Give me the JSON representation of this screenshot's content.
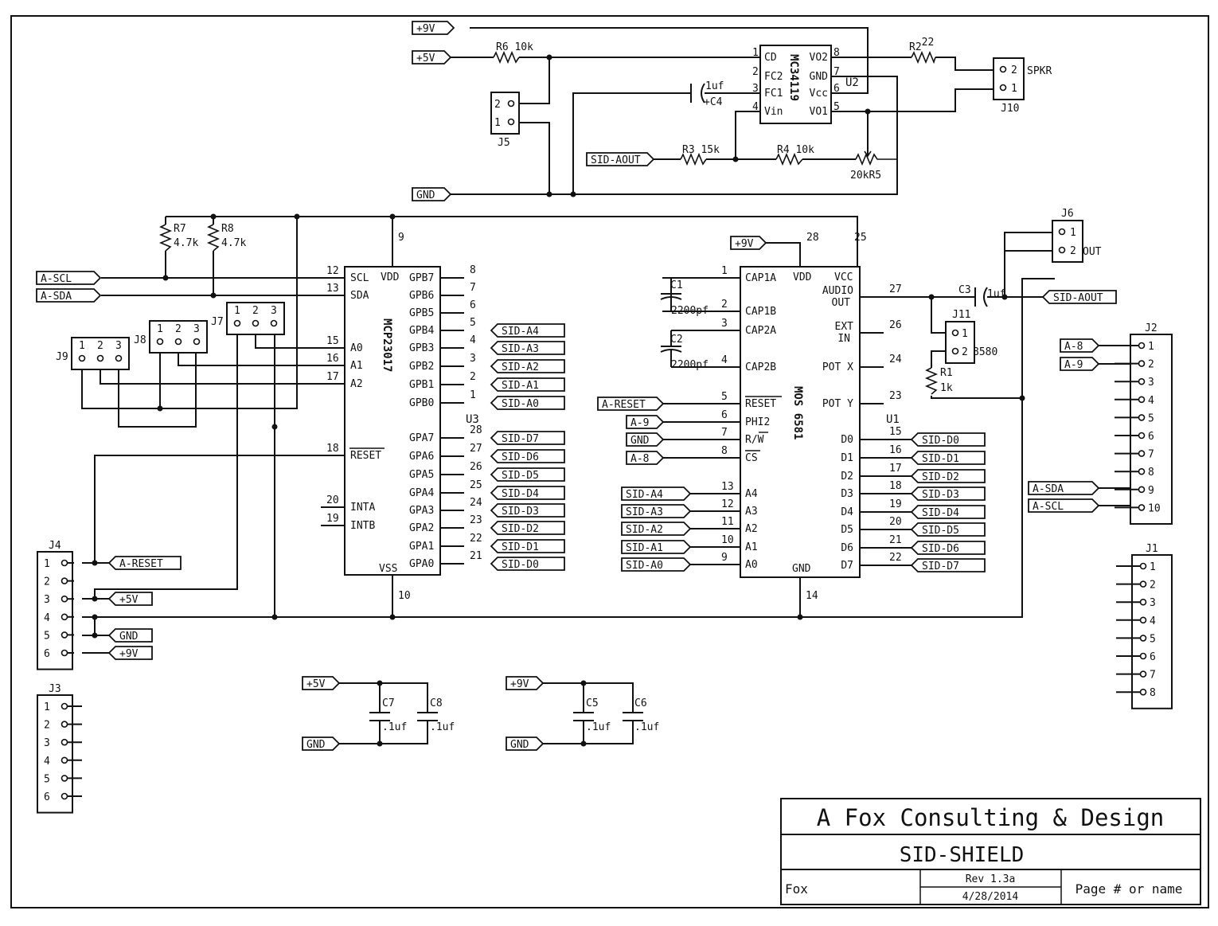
{
  "title_block": {
    "company": "A Fox Consulting & Design",
    "title": "SID-SHIELD",
    "author": "Fox",
    "rev": "Rev 1.3a",
    "date": "4/28/2014",
    "page": "Page # or name"
  },
  "parts": {
    "u1": {
      "ref": "U1",
      "name": "MOS 6581",
      "pins_left": [
        [
          "1",
          "CAP1A"
        ],
        [
          "2",
          "CAP1B"
        ],
        [
          "3",
          "CAP2A"
        ],
        [
          "4",
          "CAP2B"
        ],
        [
          "5",
          "RESET"
        ],
        [
          "6",
          "PHI2"
        ],
        [
          "7",
          "R/W"
        ],
        [
          "8",
          "CS"
        ],
        [
          "13",
          "A4"
        ],
        [
          "12",
          "A3"
        ],
        [
          "11",
          "A2"
        ],
        [
          "10",
          "A1"
        ],
        [
          "9",
          "A0"
        ]
      ],
      "pins_right": [
        [
          "27",
          "AUDIO",
          "OUT"
        ],
        [
          "26",
          "EXT",
          "IN"
        ],
        [
          "24",
          "POT X"
        ],
        [
          "23",
          "POT Y"
        ],
        [
          "15",
          "D0"
        ],
        [
          "16",
          "D1"
        ],
        [
          "17",
          "D2"
        ],
        [
          "18",
          "D3"
        ],
        [
          "19",
          "D4"
        ],
        [
          "20",
          "D5"
        ],
        [
          "21",
          "D6"
        ],
        [
          "22",
          "D7"
        ]
      ],
      "pins_top": [
        [
          "28",
          "VDD"
        ],
        [
          "25",
          "VCC"
        ]
      ],
      "pins_bottom": [
        [
          "14",
          "GND"
        ]
      ]
    },
    "u3": {
      "ref": "U3",
      "name": "MCP23017",
      "pins_left": [
        [
          "12",
          "SCL"
        ],
        [
          "13",
          "SDA"
        ],
        [
          "15",
          "A0"
        ],
        [
          "16",
          "A1"
        ],
        [
          "17",
          "A2"
        ],
        [
          "18",
          "RESET"
        ],
        [
          "20",
          "INTA"
        ],
        [
          "19",
          "INTB"
        ]
      ],
      "pins_right": [
        [
          "8",
          "GPB7"
        ],
        [
          "7",
          "GPB6"
        ],
        [
          "6",
          "GPB5"
        ],
        [
          "5",
          "GPB4"
        ],
        [
          "4",
          "GPB3"
        ],
        [
          "3",
          "GPB2"
        ],
        [
          "2",
          "GPB1"
        ],
        [
          "1",
          "GPB0"
        ],
        [
          "28",
          "GPA7"
        ],
        [
          "27",
          "GPA6"
        ],
        [
          "26",
          "GPA5"
        ],
        [
          "25",
          "GPA4"
        ],
        [
          "24",
          "GPA3"
        ],
        [
          "23",
          "GPA2"
        ],
        [
          "22",
          "GPA1"
        ],
        [
          "21",
          "GPA0"
        ]
      ],
      "pin_top": [
        "9",
        "VDD"
      ],
      "pin_bottom": [
        "10",
        "VSS"
      ]
    },
    "u2": {
      "ref": "U2",
      "name": "MC34119",
      "pins_left": [
        [
          "1",
          "CD"
        ],
        [
          "2",
          "FC2"
        ],
        [
          "3",
          "FC1"
        ],
        [
          "4",
          "Vin"
        ]
      ],
      "pins_right": [
        [
          "8",
          "VO2"
        ],
        [
          "7",
          "GND"
        ],
        [
          "6",
          "Vcc"
        ],
        [
          "5",
          "VO1"
        ]
      ]
    },
    "resistors": {
      "R1": "1k",
      "R2": "22",
      "R3": "15k",
      "R4": "10k",
      "R5": "20k",
      "R6": "10k",
      "R7": "4.7k",
      "R8": "4.7k"
    },
    "capacitors": {
      "C1": "2200pf",
      "C2": "2200pf",
      "C3": "1uf",
      "C4": "1uf",
      "C5": ".1uf",
      "C6": ".1uf",
      "C7": ".1uf",
      "C8": ".1uf"
    },
    "connectors": {
      "J1": {
        "ref": "J1",
        "pins": [
          "1",
          "2",
          "3",
          "4",
          "5",
          "6",
          "7",
          "8"
        ]
      },
      "J2": {
        "ref": "J2",
        "pins": [
          "1",
          "2",
          "3",
          "4",
          "5",
          "6",
          "7",
          "8",
          "9",
          "10"
        ]
      },
      "J3": {
        "ref": "J3",
        "pins": [
          "1",
          "2",
          "3",
          "4",
          "5",
          "6"
        ]
      },
      "J4": {
        "ref": "J4",
        "pins": [
          "1",
          "2",
          "3",
          "4",
          "5",
          "6"
        ]
      },
      "J5": {
        "ref": "J5",
        "pins": [
          "2",
          "1"
        ]
      },
      "J6": {
        "ref": "J6",
        "pins": [
          "1",
          "2"
        ],
        "label": "OUT"
      },
      "J7": {
        "ref": "J7",
        "pins": [
          "1",
          "2",
          "3"
        ]
      },
      "J8": {
        "ref": "J8",
        "pins": [
          "1",
          "2",
          "3"
        ]
      },
      "J9": {
        "ref": "J9",
        "pins": [
          "1",
          "2",
          "3"
        ]
      },
      "J10": {
        "ref": "J10",
        "pins": [
          "2",
          "1"
        ],
        "label": "SPKR"
      },
      "J11": {
        "ref": "J11",
        "pins": [
          "1",
          "2"
        ],
        "label": "8580"
      }
    }
  },
  "nets": {
    "p9v": "+9V",
    "p5v": "+5V",
    "gnd": "GND",
    "sid_aout": "SID-AOUT",
    "a_scl": "A-SCL",
    "a_sda": "A-SDA",
    "a_reset": "A-RESET",
    "a8": "A-8",
    "a9": "A-9",
    "sid_a": [
      "SID-A0",
      "SID-A1",
      "SID-A2",
      "SID-A3",
      "SID-A4"
    ],
    "sid_d": [
      "SID-D0",
      "SID-D1",
      "SID-D2",
      "SID-D3",
      "SID-D4",
      "SID-D5",
      "SID-D6",
      "SID-D7"
    ]
  },
  "pin_numbers": {
    "vdd_u3": "9",
    "vss_u3": "10",
    "vdd_u1": "28",
    "vcc_u1": "25",
    "gnd_u1": "14"
  }
}
